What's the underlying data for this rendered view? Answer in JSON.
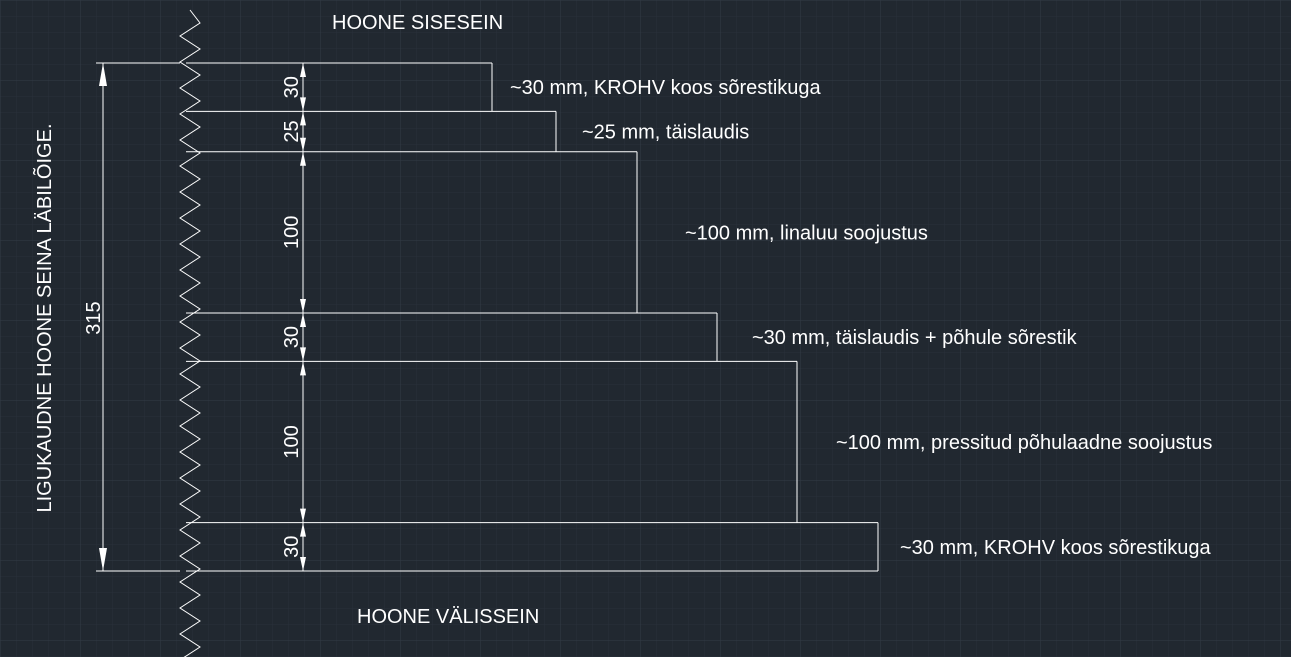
{
  "colors": {
    "background": "#212830",
    "grid_fine": "#2a313b",
    "grid_major": "#343c47",
    "lines": "#ffffff",
    "text": "#ffffff"
  },
  "drawing": {
    "side_title": "LIGUKAUDNE HOONE SEINA LÄBILÕIGE.",
    "top_label": "HOONE SISESEIN",
    "bottom_label": "HOONE VÄLISSEIN",
    "total_dimension": "315",
    "layers": [
      {
        "thickness": "30",
        "label": "~30 mm, KROHV koos sõrestikuga"
      },
      {
        "thickness": "25",
        "label": "~25 mm, täislaudis"
      },
      {
        "thickness": "100",
        "label": "~100 mm, linaluu soojustus"
      },
      {
        "thickness": "30",
        "label": "~30 mm, täislaudis + põhule sõrestik"
      },
      {
        "thickness": "100",
        "label": "~100 mm, pressitud põhulaadne soojustus"
      },
      {
        "thickness": "30",
        "label": "~30 mm, KROHV koos sõrestikuga"
      }
    ]
  }
}
